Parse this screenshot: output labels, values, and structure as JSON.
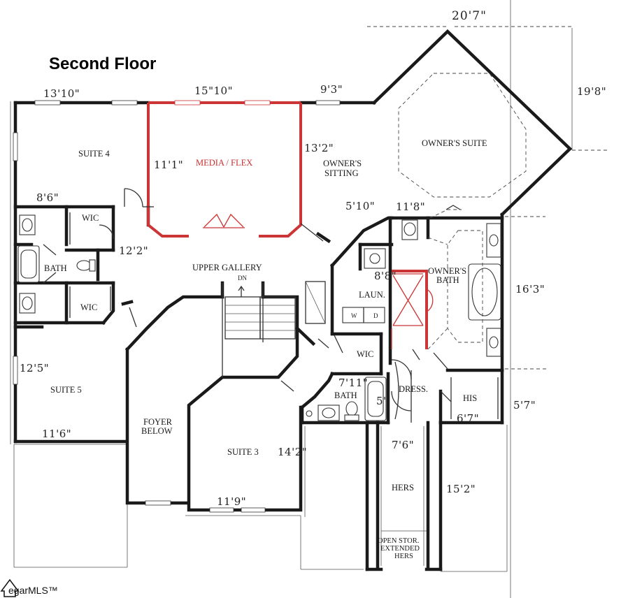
{
  "title": "Second Floor",
  "rooms": {
    "suite4": "SUITE 4",
    "media_flex": "MEDIA / FLEX",
    "owners_sitting_1": "OWNER'S",
    "owners_sitting_2": "SITTING",
    "owners_suite": "OWNER'S SUITE",
    "wic_top": "WIC",
    "bath_left": "BATH",
    "wic_mid": "WIC",
    "upper_gallery": "UPPER GALLERY",
    "dn": "DN",
    "laun": "LAUN.",
    "washer": "W",
    "dryer": "D",
    "owners_bath_1": "OWNER'S",
    "owners_bath_2": "BATH",
    "wic_right": "WIC",
    "suite5": "SUITE 5",
    "bath_center": "BATH",
    "dress": "DRESS.",
    "his": "HIS",
    "foyer_1": "FOYER",
    "foyer_2": "BELOW",
    "suite3": "SUITE 3",
    "hers": "HERS",
    "open_stor_1": "OPEN STOR.",
    "open_stor_2": "EXTENDED",
    "open_stor_3": "HERS"
  },
  "dimensions": {
    "d_20_7": "20'7\"",
    "d_13_10": "13'10\"",
    "d_15_10": "15\"10\"",
    "d_9_3": "9'3\"",
    "d_19_8": "19'8\"",
    "d_13_2": "13'2\"",
    "d_11_1": "11'1\"",
    "d_8_6": "8'6\"",
    "d_5_10": "5'10\"",
    "d_11_8": "11'8\"",
    "d_12_2": "12'2\"",
    "d_8_8": "8'8\"",
    "d_16_3": "16'3\"",
    "d_12_5": "12'5\"",
    "d_7_11": "7'11\"",
    "d_5": "5'",
    "d_5_7": "5'7\"",
    "d_6_7": "6'7\"",
    "d_11_6": "11'6\"",
    "d_7_6": "7'6\"",
    "d_14_2": "14'2\"",
    "d_15_2": "15'2\"",
    "d_11_9": "11'9\""
  },
  "watermark": "egarMLS™"
}
